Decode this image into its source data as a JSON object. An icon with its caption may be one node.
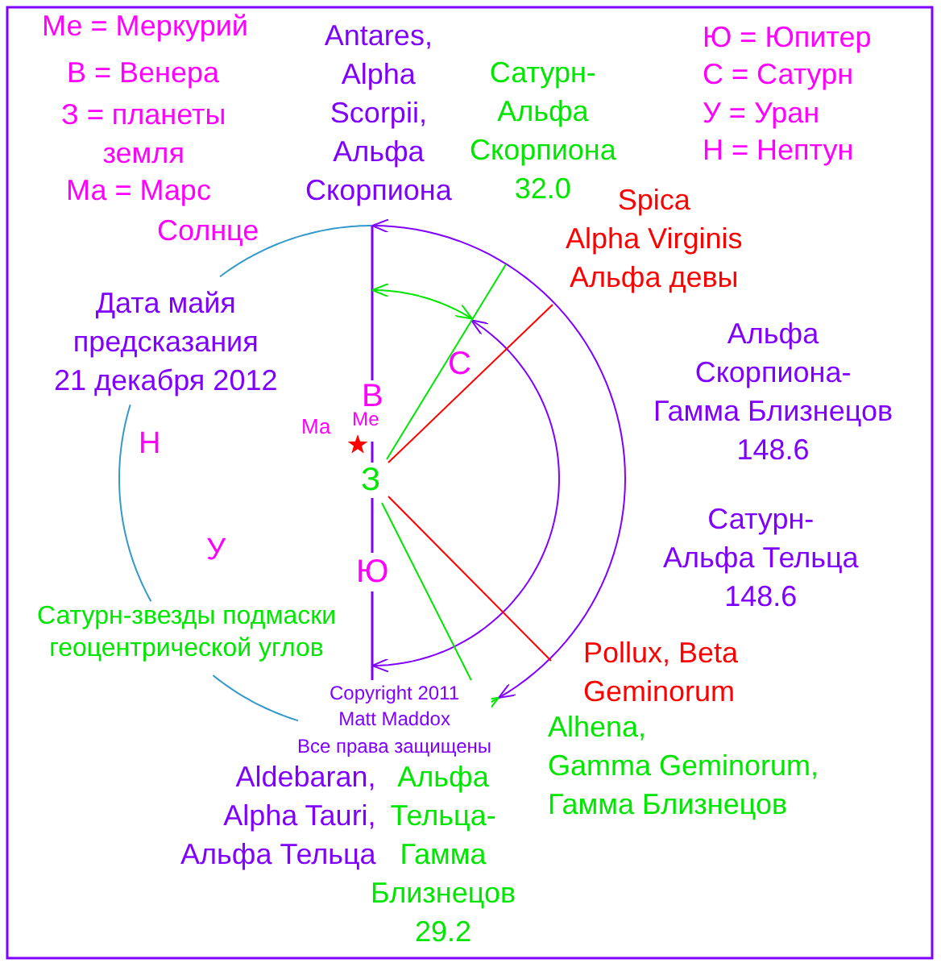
{
  "diagram": {
    "labels": [
      "Ме = Меркурий",
      "В = Венера",
      "З = планеты земля",
      "Ма = Марс",
      "Солнце",
      "Antares, Alpha Scorpii, Альфа Скорпиона",
      "Сатурн- Альфа Скорпиона 32.0",
      "Ю = Юпитер",
      "С  = Сатурн",
      "У  = Уран",
      "Н  = Нептун",
      "Spica Alpha Virginis Альфа девы",
      "Дата майя предсказания 21 декабря 2012",
      "С",
      "Альфа Скорпиона- Гамма Близнецов 148.6",
      "В",
      "Ма",
      "Ме",
      "Н",
      "З",
      "У",
      "Сатурн- Альфа Тельца 148.6",
      "Ю",
      "Сатурн-звезды подмаски геоцентрической углов",
      "Pollux, Beta Geminorum",
      "Copyright 2011 Matt Maddox Все права защищены",
      "Alhena, Gamma Geminorum, Гамма Близнецов",
      "Aldebaran, Alpha Tauri, Альфа Тельца",
      "Альфа Тельца- Гамма Близнецов 29.2"
    ]
  }
}
